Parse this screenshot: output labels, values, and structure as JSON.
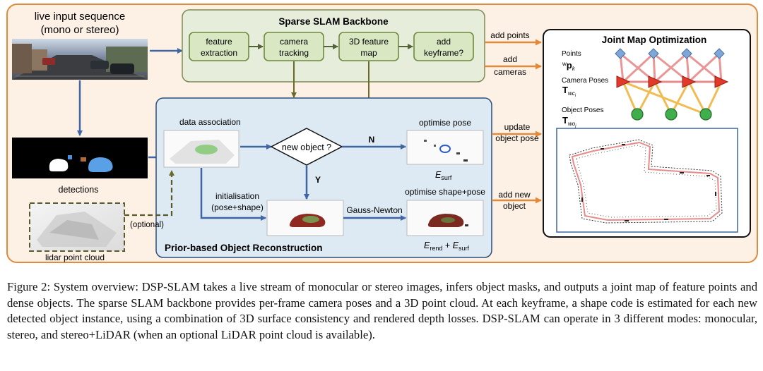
{
  "inputs": {
    "live_title_line1": "live input sequence",
    "live_title_line2": "(mono or stereo)",
    "detections_label": "detections",
    "lidar_label": "lidar point cloud",
    "optional_label": "(optional)"
  },
  "backbone": {
    "title": "Sparse SLAM Backbone",
    "boxes": [
      {
        "line1": "feature",
        "line2": "extraction"
      },
      {
        "line1": "camera",
        "line2": "tracking"
      },
      {
        "line1": "3D feature",
        "line2": "map"
      },
      {
        "line1": "add",
        "line2": "keyframe?"
      }
    ]
  },
  "reconstruction": {
    "title": "Prior-based Object Reconstruction",
    "data_association": "data association",
    "decision": "new object ?",
    "no_label": "N",
    "yes_label": "Y",
    "optimise_pose": "optimise pose",
    "e_surf": "E",
    "e_surf_sub": "surf",
    "init_line1": "initialisation",
    "init_line2": "(pose+shape)",
    "gauss_newton": "Gauss-Newton",
    "optimise_shape_pose": "optimise shape+pose",
    "e_rend": "E",
    "e_rend_sub": "rend",
    "plus": " + ",
    "e_surf2": "E",
    "e_surf2_sub": "surf"
  },
  "arrows": {
    "add_points": "add points",
    "add_cameras_line1": "add",
    "add_cameras_line2": "cameras",
    "update_line1": "update",
    "update_line2": "object pose",
    "add_new_line1": "add new",
    "add_new_line2": "object"
  },
  "joint": {
    "title": "Joint Map Optimization",
    "points_label": "Points",
    "points_symbol": "w",
    "points_symbol2": "p",
    "points_sub": "k",
    "camera_label": "Camera Poses",
    "camera_symbol": "T",
    "camera_sub": "wc",
    "camera_sub2": "i",
    "object_label": "Object Poses",
    "object_symbol": "T",
    "object_sub": "wo",
    "object_sub2": "j"
  },
  "caption": "Figure 2: System overview: DSP-SLAM takes a live stream of monocular or stereo images, infers object masks, and outputs a joint map of feature points and dense objects. The sparse SLAM backbone provides per-frame camera poses and a 3D point cloud. At each keyframe, a shape code is estimated for each new detected object instance, using a combination of 3D surface consistency and rendered depth losses. DSP-SLAM can operate in 3 different modes: monocular, stereo, and stereo+LiDAR (when an optional LiDAR point cloud is available).",
  "colors": {
    "outer_fill": "#fdf1e6",
    "outer_stroke": "#e08a3c",
    "backbone_fill": "#e6eedb",
    "backbone_stroke": "#7c8b4f",
    "green_box": "#d9e7c3",
    "green_box_stroke": "#6f8a3e",
    "recon_fill": "#dde9f3",
    "recon_stroke": "#2d4e78",
    "blue_arrow": "#3f66a3",
    "orange_arrow": "#e38a3a",
    "olive_arrow": "#6b6a2a",
    "pink_edge": "#e88b8b",
    "yellow_edge": "#f0b94a",
    "point_node": "#7ea6d8",
    "camera_node": "#e23a2a",
    "object_node": "#3fae4b"
  }
}
